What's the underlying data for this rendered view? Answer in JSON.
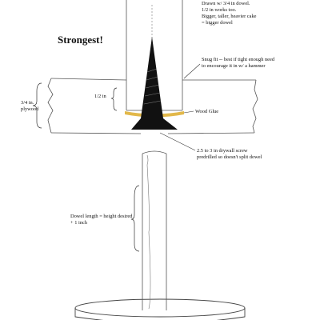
{
  "heading": "Strongest!",
  "note_dowel": [
    "Drawn w/ 3/4 in dowel.",
    "1/2 in works too.",
    "Bigger, taller, heavier cake",
    "= bigger dowel"
  ],
  "note_fit": [
    "Snug fit -- best if tight enough need",
    "to encourage it in w/ a hammer"
  ],
  "label_plywood": [
    "3/4 in.",
    "plywood"
  ],
  "label_half_inch": "1/2 in",
  "label_glue": "Wood Glue",
  "note_screw": [
    "2.5 to 3 in drywall screw",
    "predrilled so doesn't split dowel"
  ],
  "note_length": [
    "Dowel length = height desired",
    "+ 1 inch"
  ],
  "colors": {
    "glue": "#e2b84a",
    "ink": "#111111",
    "line": "#555555"
  }
}
